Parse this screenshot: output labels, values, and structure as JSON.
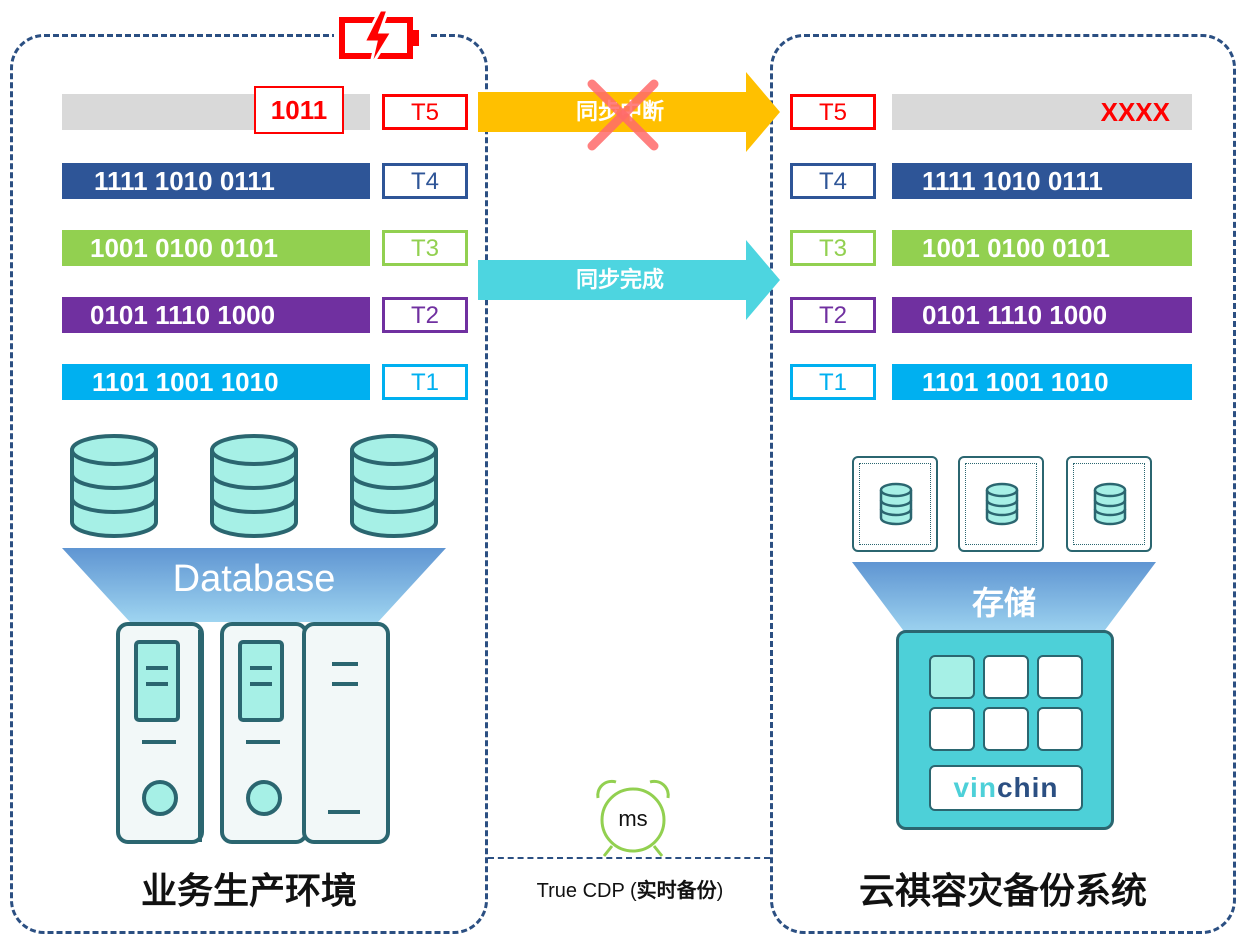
{
  "colors": {
    "panel_border": "#2b4f82",
    "gray_bar": "#d9d9d9",
    "red": "#ff0000",
    "t4": "#2e5597",
    "t3": "#92d050",
    "t2": "#7030a0",
    "t1": "#00b0f0",
    "arrow_interrupt": "#ffc000",
    "arrow_complete": "#4dd5e0",
    "teal": "#4dd0d8"
  },
  "left": {
    "title": "业务生产环境",
    "t5_value": "1011",
    "rows": [
      {
        "value": "1111  1010  0111",
        "tag": "T4"
      },
      {
        "value": "1001  0100  0101",
        "tag": "T3"
      },
      {
        "value": "0101  1110  1000",
        "tag": "T2"
      },
      {
        "value": "1101  1001  1010",
        "tag": "T1"
      }
    ],
    "t5_tag": "T5",
    "database_label": "Database"
  },
  "right": {
    "title": "云祺容灾备份系统",
    "t5_tag": "T5",
    "t5_value": "XXXX",
    "rows": [
      {
        "tag": "T4",
        "value": "1111  1010  0111"
      },
      {
        "tag": "T3",
        "value": "1001  0100  0101"
      },
      {
        "tag": "T2",
        "value": "0101  1110  1000"
      },
      {
        "tag": "T1",
        "value": "1101  1001  1010"
      }
    ],
    "storage_label": "存储",
    "brand_vin": "vin",
    "brand_chin": "chin"
  },
  "arrows": {
    "interrupt_label": "同步中断",
    "complete_label": "同步完成"
  },
  "bottom": {
    "cdp_prefix": "True CDP (",
    "cdp_bold": "实时备份",
    "cdp_suffix": ")",
    "clock_label": "ms"
  },
  "icons": [
    "battery-lightning-icon",
    "database-icon",
    "server-icon",
    "alarm-clock-icon",
    "red-x-icon",
    "storage-drive-icon"
  ]
}
